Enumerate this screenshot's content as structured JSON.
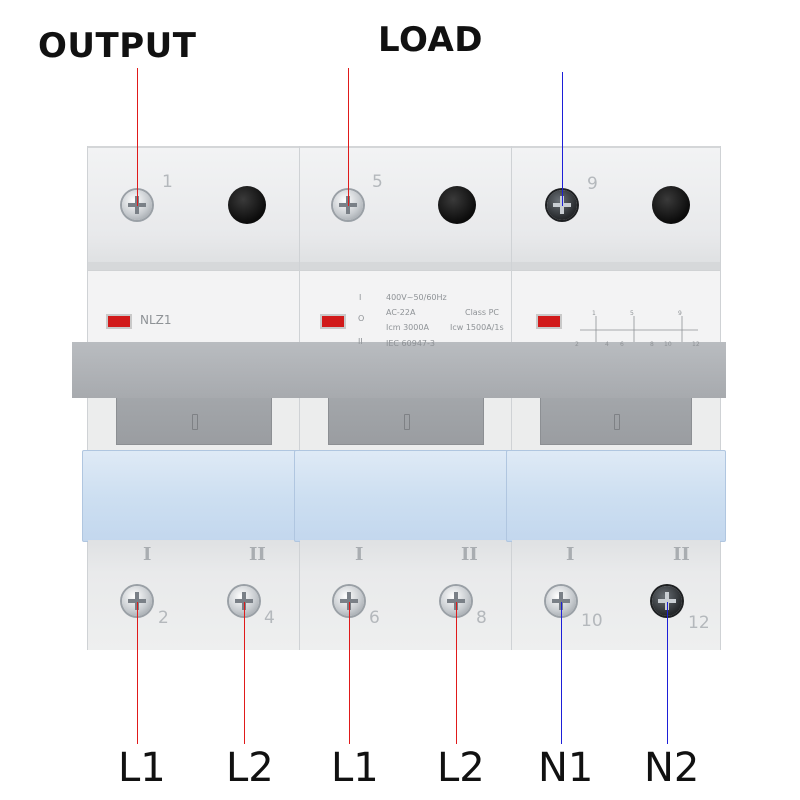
{
  "labels": {
    "output": "OUTPUT",
    "load": "LOAD",
    "bottom": [
      "L1",
      "L2",
      "L1",
      "L2",
      "N1",
      "N2"
    ]
  },
  "terminals": {
    "top": [
      "1",
      "5",
      "9"
    ],
    "bottom": [
      "2",
      "4",
      "6",
      "8",
      "10",
      "12"
    ],
    "roman_one": "I",
    "roman_two": "II"
  },
  "device": {
    "model": "NLZ1",
    "spec_lines": [
      "400V~50/60Hz",
      "AC-22A",
      "Icm 3000A",
      "IEC 60947-3"
    ],
    "class_lines": [
      "Class PC",
      "Icw 1500A/1s"
    ],
    "switch_marks": [
      "I",
      "O",
      "II"
    ],
    "diagram_top": [
      "1",
      "5",
      "9"
    ],
    "diagram_bottom": [
      "2",
      "4",
      "6",
      "8",
      "10",
      "12"
    ]
  },
  "colors": {
    "output_wire": "#e01a1a",
    "load_wire": "#e01a1a",
    "neutral_wire": "#1d1fd8",
    "indicator": "#d11a1a"
  }
}
